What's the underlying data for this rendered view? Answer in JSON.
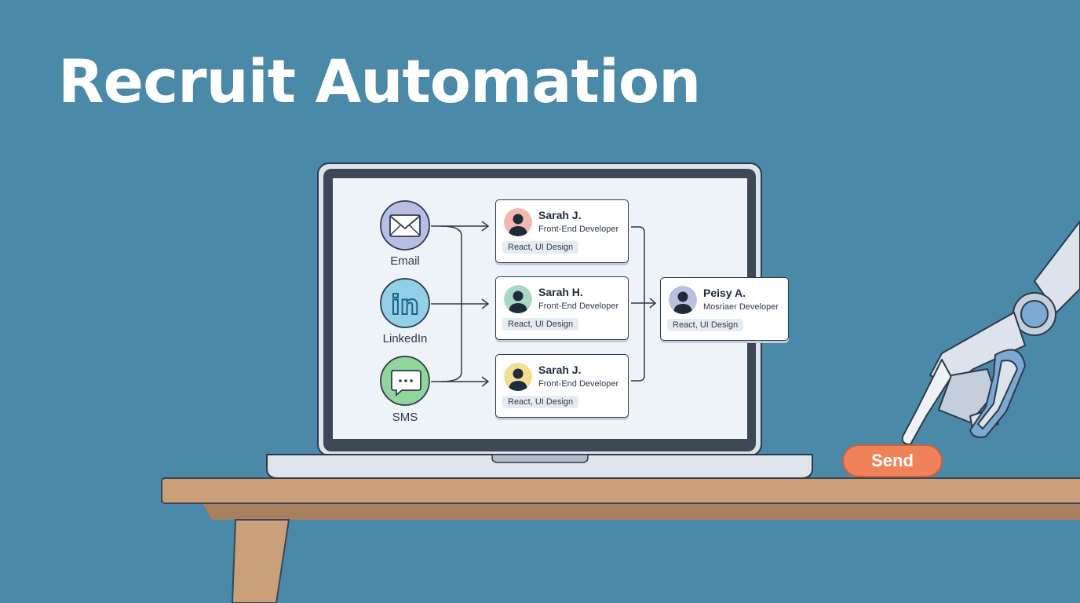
{
  "title": "Recruit Automation",
  "channels": [
    {
      "label": "Email",
      "icon": "envelope-icon"
    },
    {
      "label": "LinkedIn",
      "icon": "linkedin-icon"
    },
    {
      "label": "SMS",
      "icon": "chat-bubble-icon"
    }
  ],
  "candidates": [
    {
      "name": "Sarah J.",
      "role": "Front-End Developer",
      "tag": "React, UI Design",
      "avatar_color": "#f2b8b0"
    },
    {
      "name": "Sarah H.",
      "role": "Front-End Developer",
      "tag": "React, UI Design",
      "avatar_color": "#a8d8c4"
    },
    {
      "name": "Sarah J.",
      "role": "Front-End Developer",
      "tag": "React, UI Design",
      "avatar_color": "#f5dc8e"
    }
  ],
  "selected": {
    "name": "Peisy A.",
    "role": "Mosriaer Developer",
    "tag": "React, UI Design",
    "avatar_color": "#b9c1de"
  },
  "send_label": "Send",
  "colors": {
    "background": "#4b89a8",
    "send": "#f0825a",
    "email": "#b8bde3",
    "linkedin": "#92cfe8",
    "sms": "#8fd59c"
  }
}
